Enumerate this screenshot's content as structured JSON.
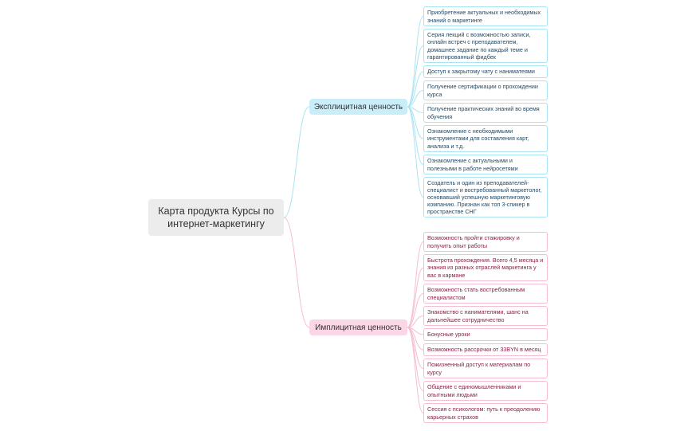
{
  "root": {
    "title": "Карта продукта Курсы по интернет-маркетингу"
  },
  "colors": {
    "explicit_line": "#a9e3f4",
    "implicit_line": "#f6bdd2"
  },
  "branches": [
    {
      "label": "Эксплицитная ценность",
      "leaves": [
        "Приобретение актуальных и необходимых знаний о маркетинге",
        "Серия лекций с возможностью записи, онлайн встреч с преподавателем, домашнее задание по каждый теме и гарантированный фидбек",
        "Доступ к закрытому чату с наниматеями",
        "Получение сертификации о прохождении курса",
        "Получение практических знаний во время обучения",
        "Ознакомление с необходимыми инструментами для составления карт, анализа и т.д.",
        "Ознакомление с актуальными и полезными в работе нейросетями",
        "Создатель и один из преподавателей- специалист и востребованный маркетолог, основавший успешную маркетинговую компанию. Признан как топ 3-спикер в пространстве СНГ"
      ]
    },
    {
      "label": "Имплицитная ценность",
      "leaves": [
        "Возможность пройти стажировку и получить опыт работы",
        "Быстрота прохождения. Всего 4,5 месяца и знания из разных отраслей маркетинга у вас в кармане",
        "Возможность стать востребованным специалистом",
        "Знакомство с нанимателями, шанс на дальнейшее сотрудничество",
        "Бонусные уроки",
        "Возможность рассрочки от 33BYN в месяц",
        "Пожизненный доступ к материалам по курсу",
        "Общение с единомышленниками и опытными людьми",
        "Сессия с психологом: путь к преодолению карьерных страхов"
      ]
    }
  ]
}
